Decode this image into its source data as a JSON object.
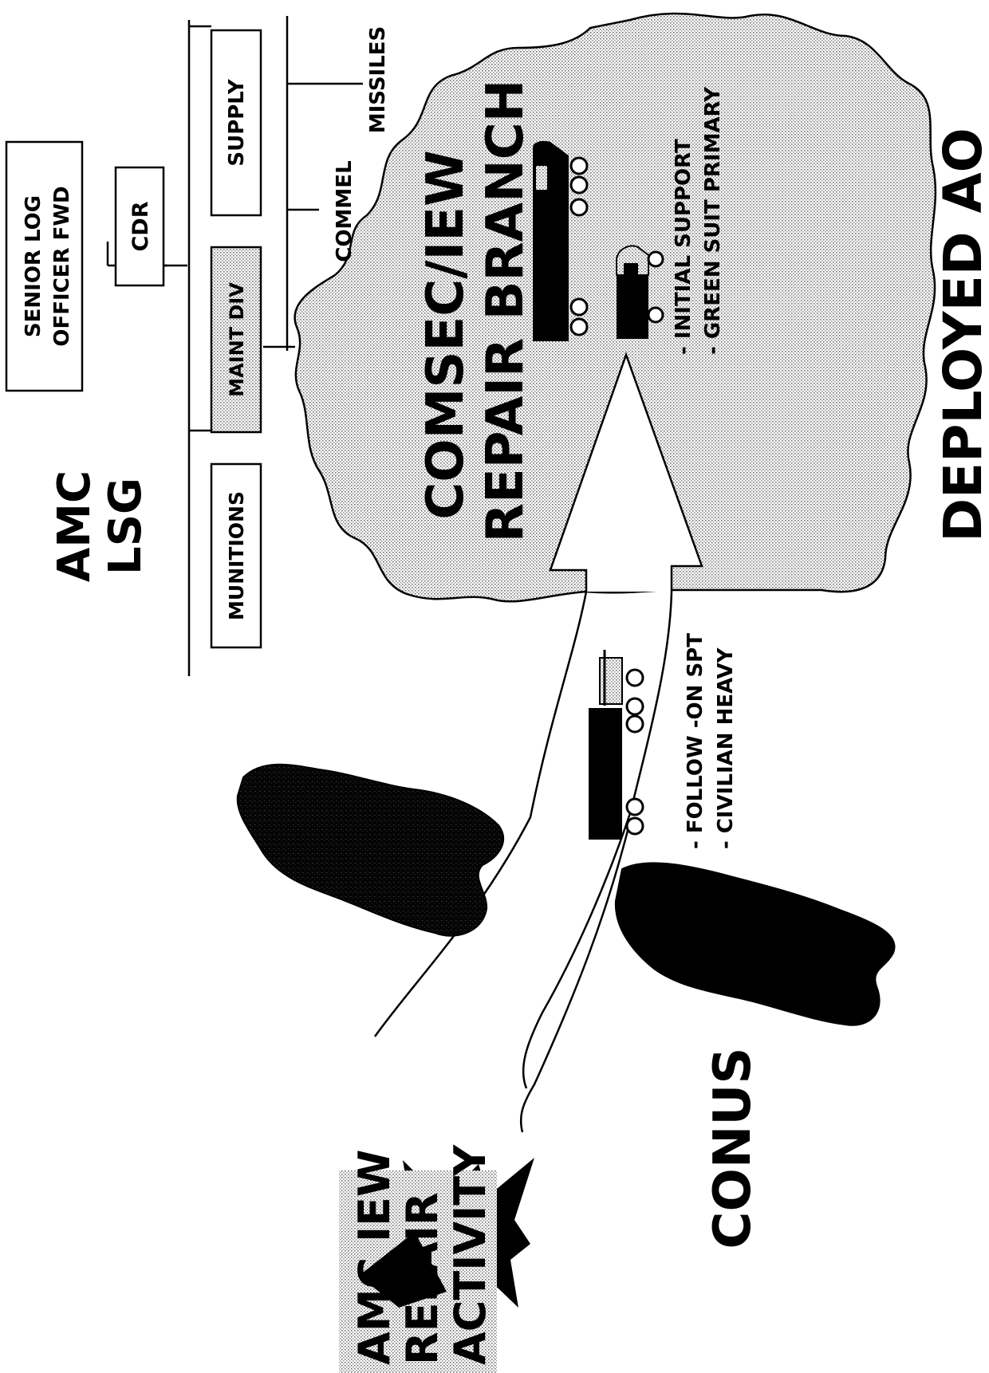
{
  "org": {
    "title_line1": "AMC",
    "title_line2": "LSG",
    "senior_line1": "SENIOR LOG",
    "senior_line2": "OFFICER FWD",
    "cdr": "CDR",
    "munitions": "MUNITIONS",
    "maint_div": "MAINT DIV",
    "supply": "SUPPLY",
    "commel": "COMMEL",
    "missiles": "MISSILES"
  },
  "branch": {
    "line1": "COMSEC/IEW",
    "line2": "REPAIR BRANCH",
    "note1": "- INITIAL SUPPORT",
    "note2": "- GREEN SUIT PRIMARY"
  },
  "deployed_label": "DEPLOYED AO",
  "conus_label": "CONUS",
  "route": {
    "note1": "- FOLLOW -ON SPT",
    "note2": "- CIVILIAN HEAVY"
  },
  "activity": {
    "line1": "AMC IEW",
    "line2": "REPAIR",
    "line3": "ACTIVITY"
  },
  "colors": {
    "ink": "#000000",
    "paper": "#ffffff",
    "stipple": "#b8b8b8"
  }
}
